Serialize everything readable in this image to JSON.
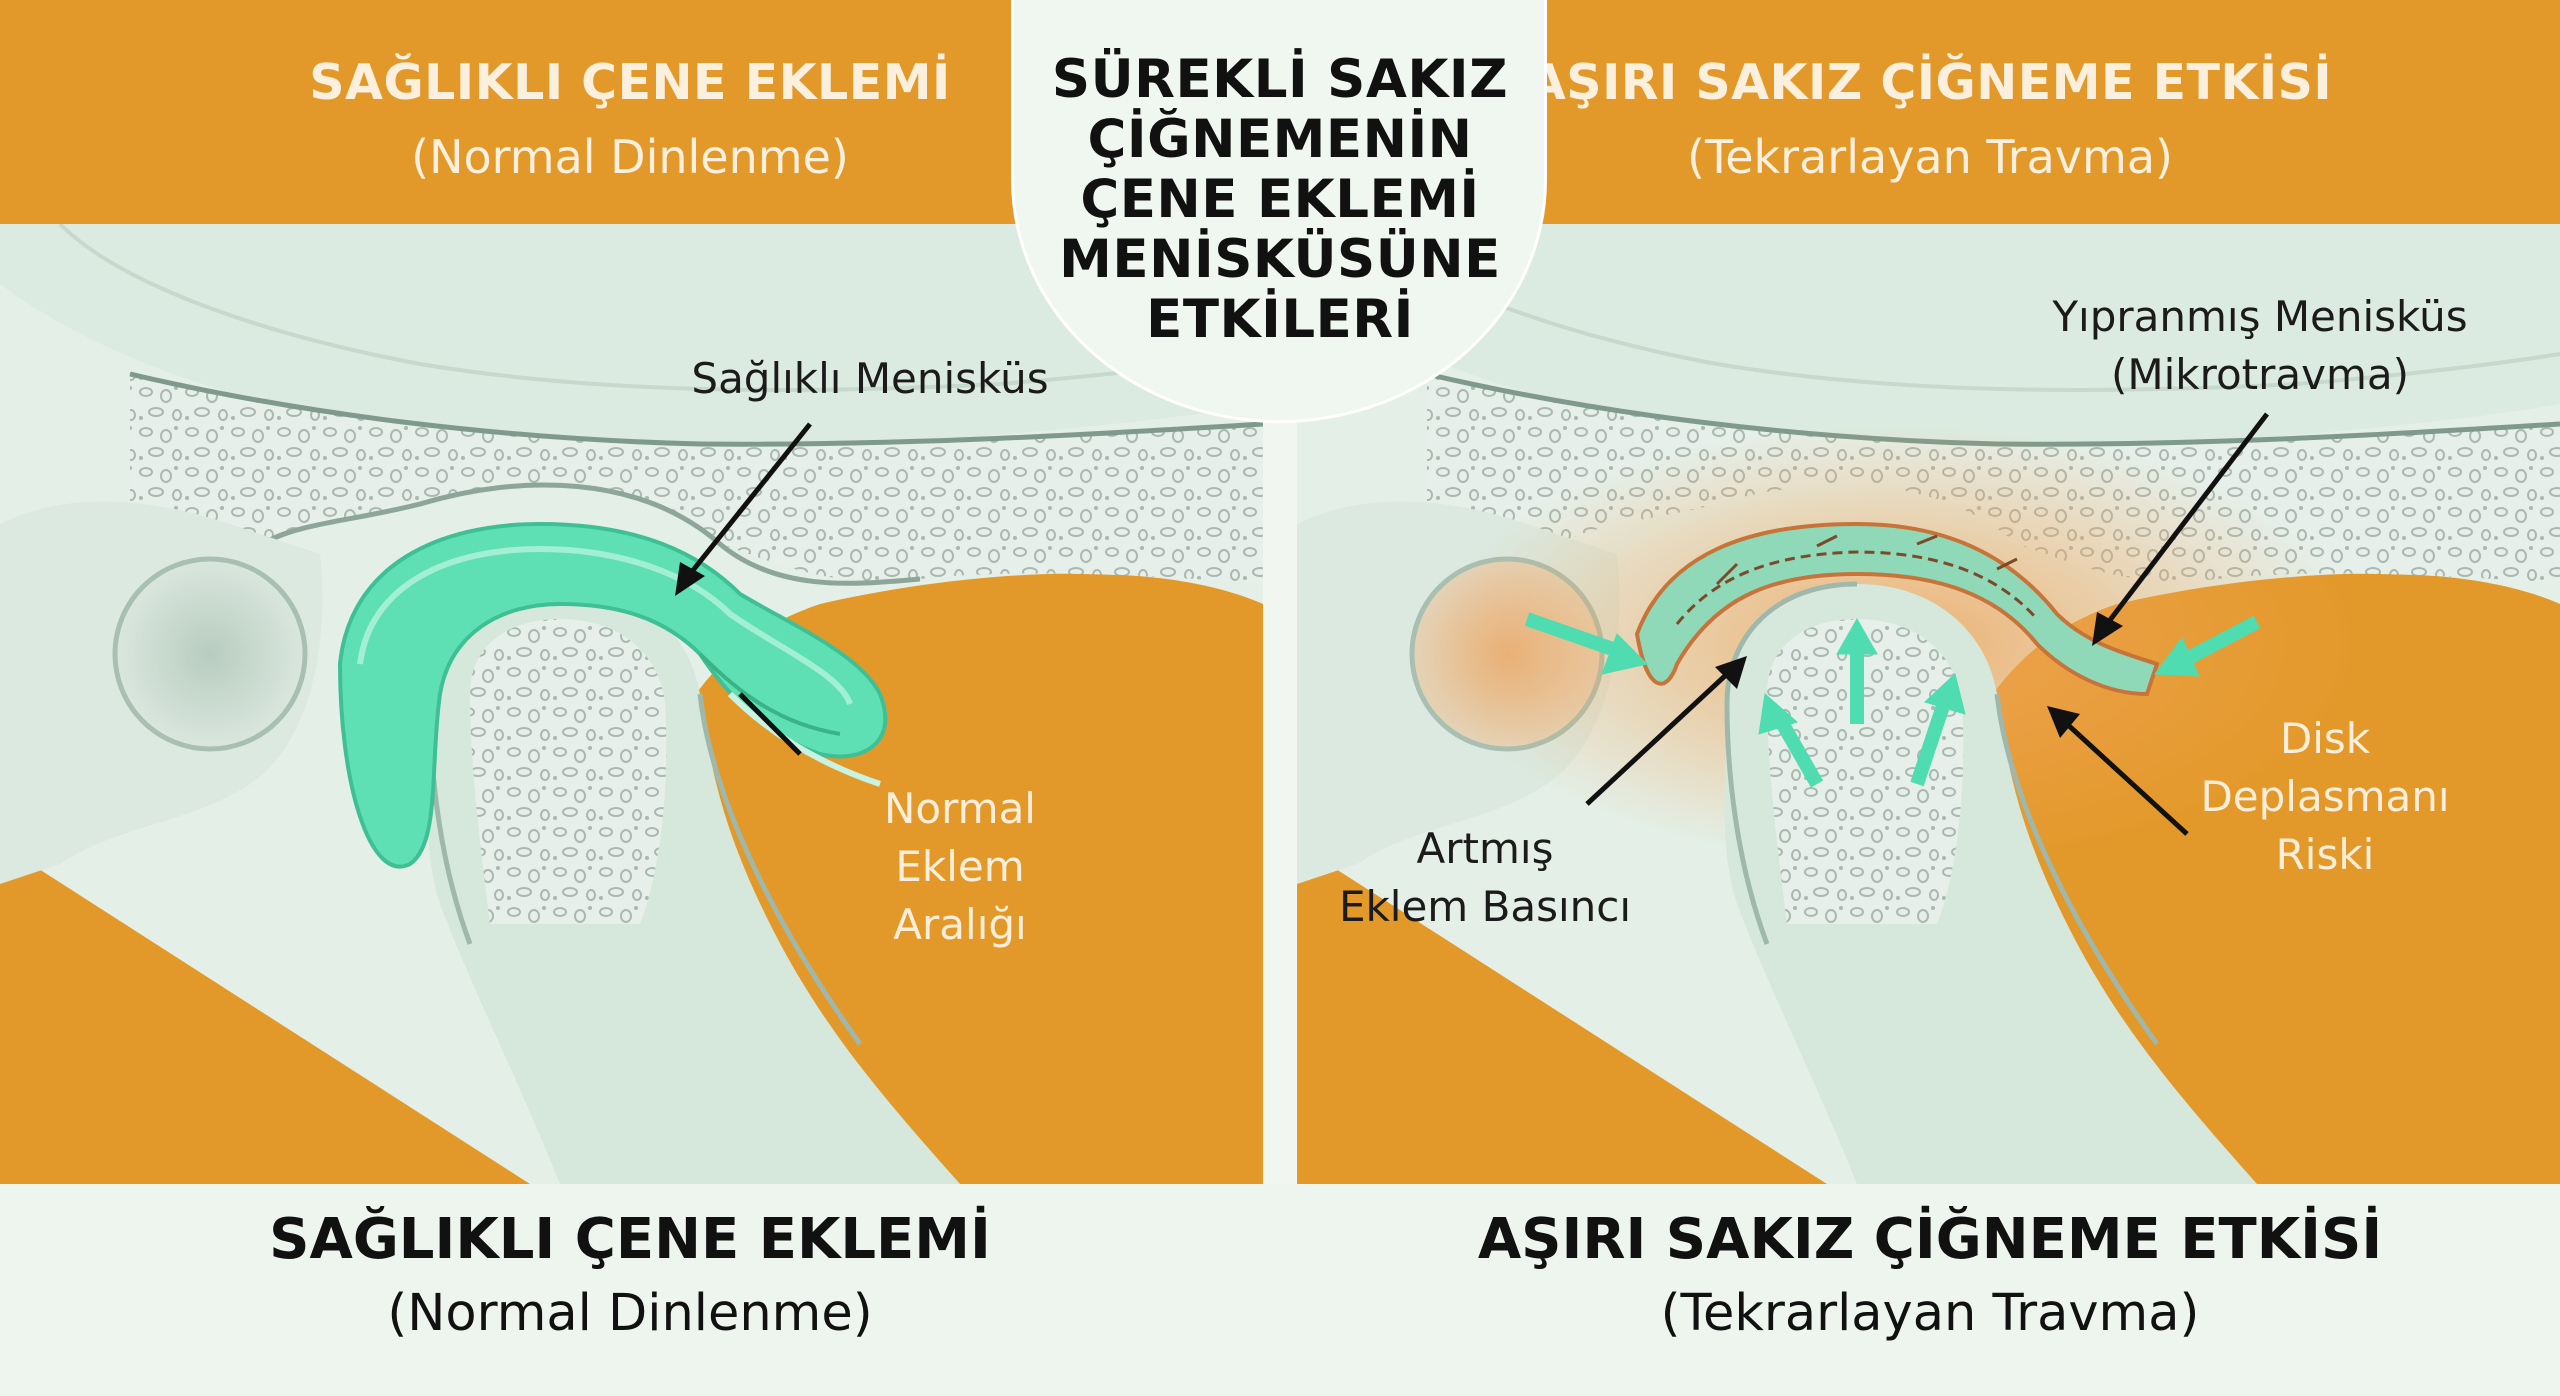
{
  "center_title": "SÜREKLİ SAKIZ\nÇİĞNEMENİN\nÇENE EKLEMİ\nMENİSKÜSÜNE\nETKİLERİ",
  "left_panel": {
    "header_title": "SAĞLIKLI ÇENE EKLEMİ",
    "header_subtitle": "(Normal Dinlenme)",
    "label_meniscus": "Sağlıklı Menisküs",
    "label_joint_space": "Normal\nEklem\nAralığı",
    "caption_title": "SAĞLIKLI ÇENE EKLEMİ",
    "caption_subtitle": "(Normal Dinlenme)"
  },
  "right_panel": {
    "header_title": "AŞIRI SAKIZ ÇİĞNEME ETKİSİ",
    "header_subtitle": "(Tekrarlayan Travma)",
    "label_worn_meniscus": "Yıpranmış Menisküs\n(Mikrotravma)",
    "label_pressure": "Artmış\nEklem Basıncı",
    "label_displacement": "Disk\nDeplasmanı\nRiski",
    "caption_title": "AŞIRI SAKIZ ÇİĞNEME ETKİSİ",
    "caption_subtitle": "(Tekrarlayan Travma)"
  },
  "colors": {
    "orange": "#e3992a",
    "bone": "#d9eadf",
    "meniscus": "#5fe0b4",
    "inflammation": "#f0a55a",
    "arrow_teal": "#4fdcb0"
  }
}
